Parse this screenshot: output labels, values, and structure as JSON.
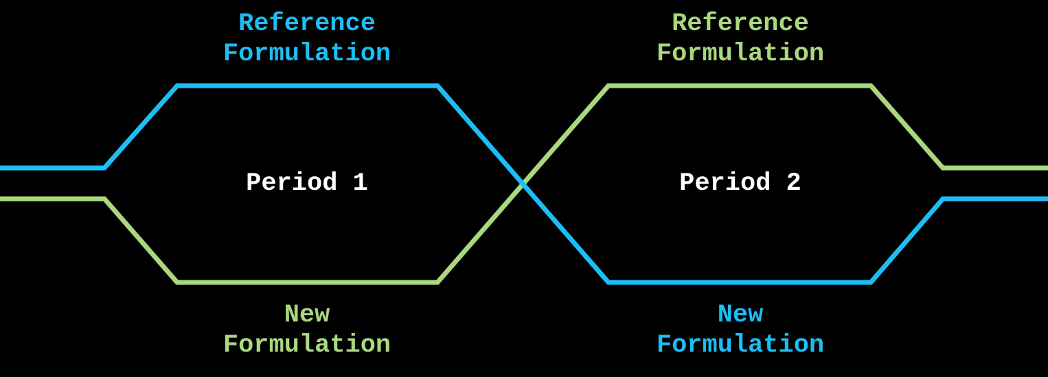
{
  "colors": {
    "background": "#000000",
    "blue": "#1CBEF5",
    "green": "#A9D87E",
    "white": "#FFFFFF"
  },
  "diagram": {
    "period1": {
      "top_label": {
        "line1": "Reference",
        "line2": "Formulation"
      },
      "center_label": "Period 1",
      "bottom_label": {
        "line1": "New",
        "line2": "Formulation"
      }
    },
    "period2": {
      "top_label": {
        "line1": "Reference",
        "line2": "Formulation"
      },
      "center_label": "Period 2",
      "bottom_label": {
        "line1": "New",
        "line2": "Formulation"
      }
    }
  }
}
